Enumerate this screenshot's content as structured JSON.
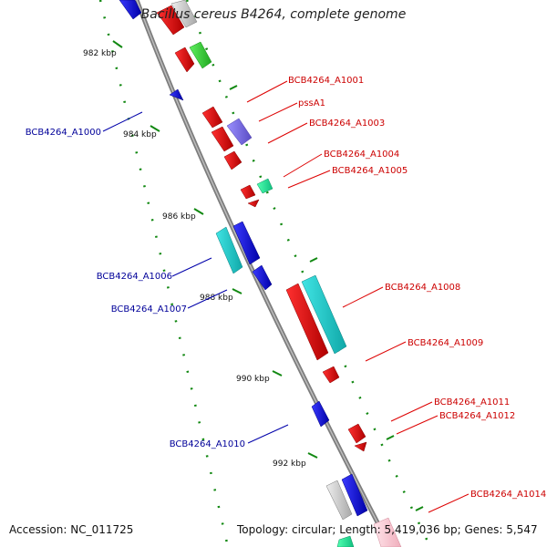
{
  "title": "Bacillus cereus B4264, complete genome",
  "footer": {
    "accession": "Accession: NC_011725",
    "stats": "Topology: circular; Length: 5,419,036 bp; Genes: 5,547"
  },
  "colors": {
    "forward_label": "#cc0000",
    "reverse_label": "#000099",
    "backbone": "#888888",
    "tick": "#118811"
  },
  "ticks": [
    {
      "label": "982 kbp"
    },
    {
      "label": "984 kbp"
    },
    {
      "label": "986 kbp"
    },
    {
      "label": "988 kbp"
    },
    {
      "label": "990 kbp"
    },
    {
      "label": "992 kbp"
    }
  ],
  "labels": {
    "forward": [
      "BCB4264_A1001",
      "pssA1",
      "BCB4264_A1003",
      "BCB4264_A1004",
      "BCB4264_A1005",
      "BCB4264_A1008",
      "BCB4264_A1009",
      "BCB4264_A1011",
      "BCB4264_A1012",
      "BCB4264_A1014"
    ],
    "reverse": [
      "BCB4264_A1000",
      "BCB4264_A1006",
      "BCB4264_A1007",
      "BCB4264_A1010"
    ]
  }
}
